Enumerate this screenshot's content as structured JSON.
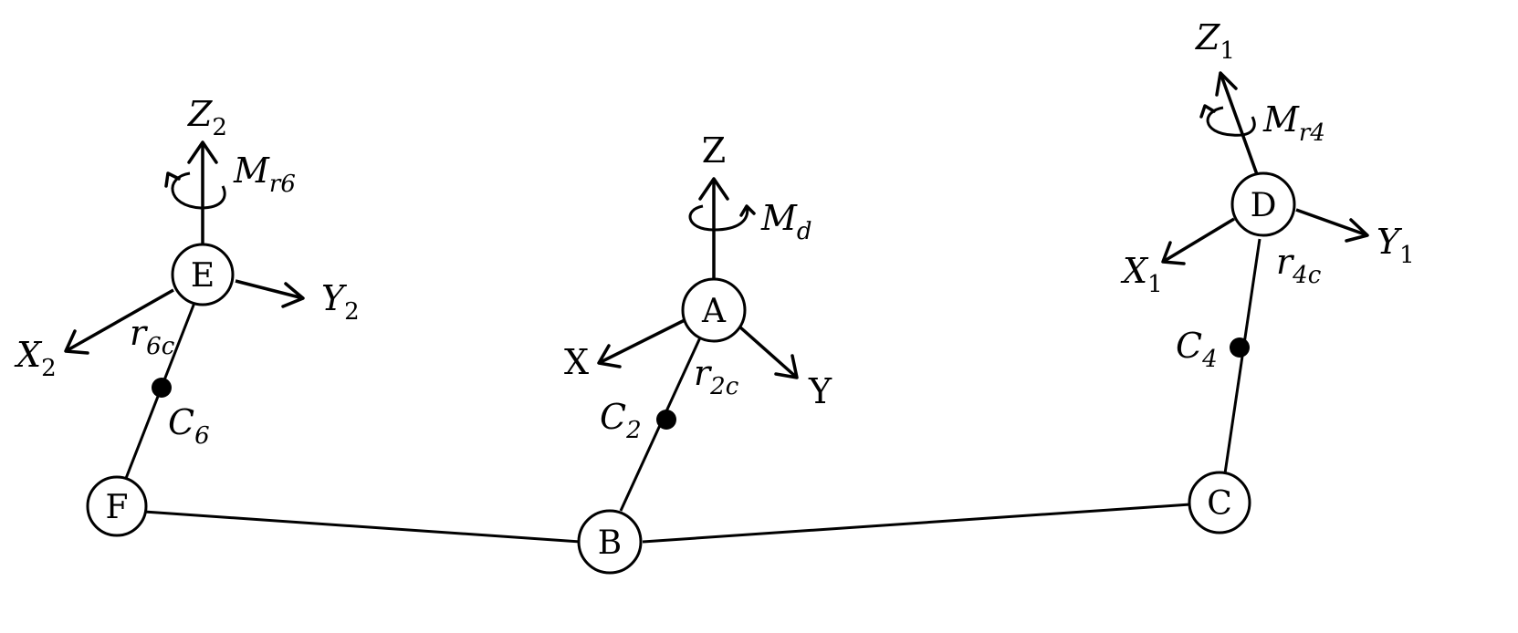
{
  "nodes": {
    "A": "A",
    "B": "B",
    "C": "C",
    "D": "D",
    "E": "E",
    "F": "F"
  },
  "axes": {
    "base": {
      "x": "X",
      "y": "Y",
      "z": "Z"
    },
    "frame1": {
      "x": "X",
      "x_sub": "1",
      "y": "Y",
      "y_sub": "1",
      "z": "Z",
      "z_sub": "1"
    },
    "frame2": {
      "x": "X",
      "x_sub": "2",
      "y": "Y",
      "y_sub": "2",
      "z": "Z",
      "z_sub": "2"
    }
  },
  "moments": {
    "md": {
      "base": "M",
      "sub": "d"
    },
    "mr4": {
      "base": "M",
      "sub": "r4"
    },
    "mr6": {
      "base": "M",
      "sub": "r6"
    }
  },
  "vectors": {
    "r2c": {
      "base": "r",
      "sub": "2c"
    },
    "r4c": {
      "base": "r",
      "sub": "4c"
    },
    "r6c": {
      "base": "r",
      "sub": "6c"
    }
  },
  "mass_centers": {
    "c2": {
      "base": "C",
      "sub": "2"
    },
    "c4": {
      "base": "C",
      "sub": "4"
    },
    "c6": {
      "base": "C",
      "sub": "6"
    }
  }
}
